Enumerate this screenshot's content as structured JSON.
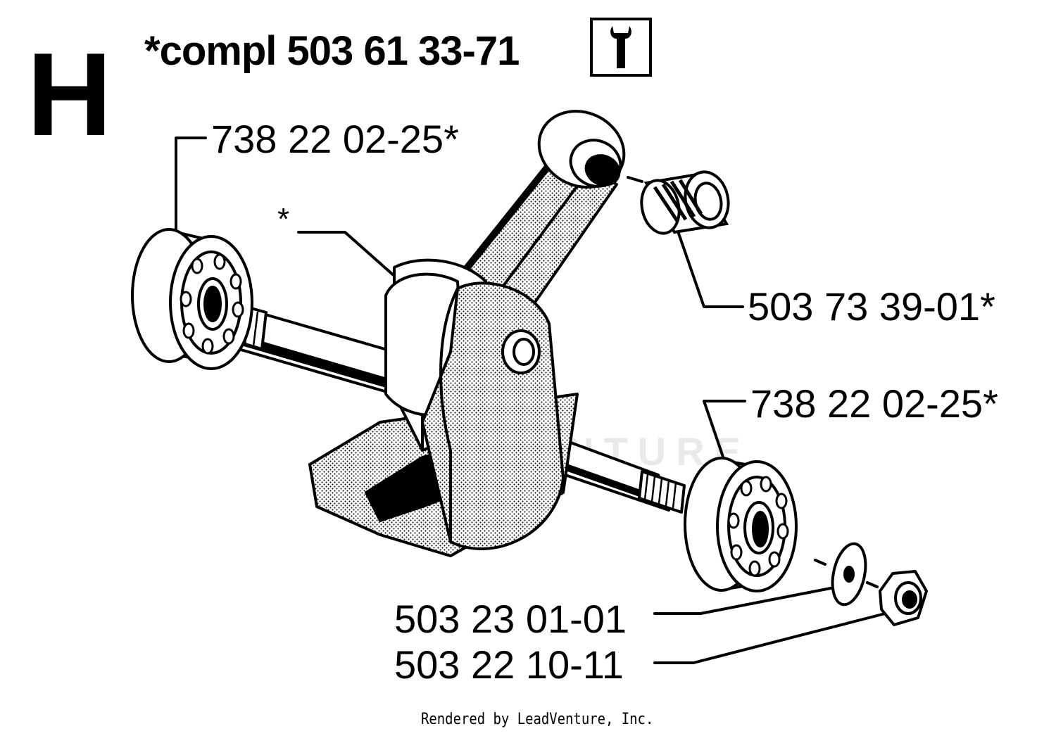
{
  "header": {
    "section_letter": "H",
    "assembly_label": "*compl 503 61 33-71",
    "tool_icon": "wrench-icon"
  },
  "callouts": {
    "bearing_left": "738 22 02-25*",
    "kit_marker": "*",
    "needle_bearing": "503 73 39-01*",
    "bearing_right": "738 22 02-25*",
    "washer": "503 23 01-01",
    "nut": "503 22 10-11"
  },
  "watermark": "LEADVENTURE",
  "footer": {
    "credit": "Rendered by LeadVenture, Inc."
  },
  "colors": {
    "ink": "#000000",
    "paper": "#ffffff",
    "watermark": "#e9e9e9"
  }
}
